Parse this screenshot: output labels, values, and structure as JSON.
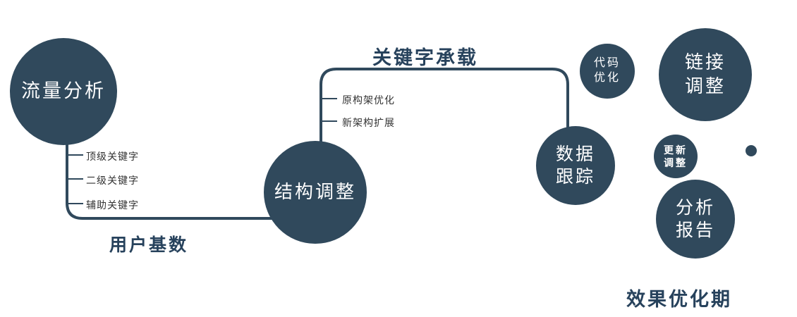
{
  "colors": {
    "primary": "#30495c",
    "label": "#27425c",
    "branch_text": "#333333"
  },
  "nodes": {
    "traffic": {
      "label": "流量分析"
    },
    "structure": {
      "label": "结构调整"
    },
    "data_tracking": {
      "label": "数据\n跟踪"
    },
    "code_optimization": {
      "label": "代码\n优化"
    },
    "link_adjustment": {
      "label": "链接\n调整"
    },
    "update_adjustment": {
      "label": "更新\n调整"
    },
    "analysis_report": {
      "label": "分析\n报告"
    }
  },
  "branch_labels": {
    "traffic": [
      "顶级关键字",
      "二级关键字",
      "辅助关键字"
    ],
    "structure": [
      "原构架优化",
      "新架构扩展"
    ]
  },
  "edge_labels": {
    "user_base": "用户基数",
    "keyword_carrying": "关键字承载",
    "effect_optimization": "效果优化期"
  }
}
